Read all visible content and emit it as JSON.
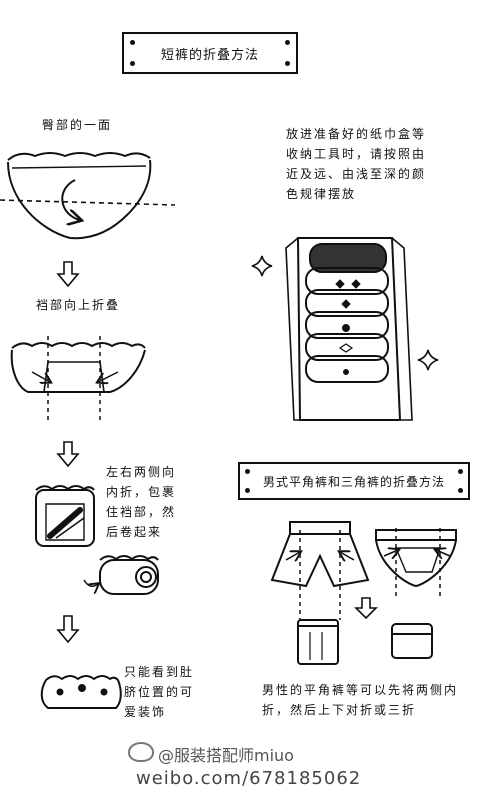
{
  "main_title": "短裤的折叠方法",
  "steps": {
    "step1": "臀部的一面",
    "step2": "裆部向上折叠",
    "step3": "左右两侧向内折，包裹住裆部，然后卷起来",
    "step4": "只能看到肚脐位置的可爱装饰"
  },
  "storage_note": "放进准备好的纸巾盒等收纳工具时，请按照由近及远、由浅至深的颜色规律摆放",
  "men_section": {
    "title": "男式平角裤和三角裤的折叠方法",
    "note": "男性的平角裤等可以先将两侧内折，然后上下对折或三折"
  },
  "watermark": {
    "name": "@服装搭配师miuo",
    "url": "weibo.com/678185062"
  }
}
